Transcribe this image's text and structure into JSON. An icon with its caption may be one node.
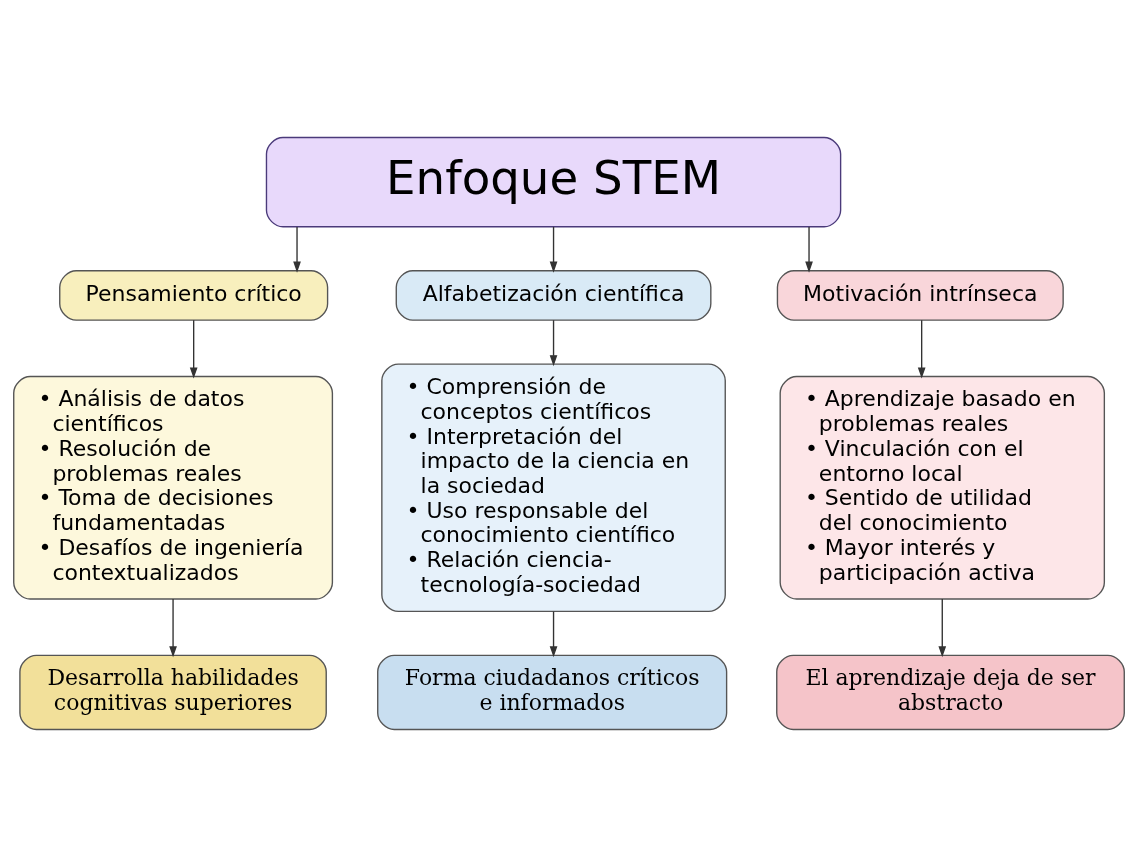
{
  "diagram": {
    "nodes": [
      {
        "text": [
          "Enfoque STEM"
        ]
      },
      {
        "text": [
          "Pensamiento crítico"
        ]
      },
      {
        "text": [
          "Alfabetización científica"
        ]
      },
      {
        "text": [
          "Motivación intrínseca"
        ]
      },
      {
        "text": [
          "• Análisis de datos científicos",
          "• Resolución de problemas reales",
          "• Toma de decisiones fundamentadas",
          "• Desafíos de ingeniería contextualizados"
        ]
      },
      {
        "text": [
          "• Comprensión de conceptos científicos",
          "• Interpretación del impacto de la ciencia en la sociedad",
          "• Uso responsable del conocimiento científico",
          "• Relación ciencia-tecnología-sociedad"
        ]
      },
      {
        "text": [
          "• Aprendizaje basado en problemas reales",
          "• Vinculación con el entorno local",
          "• Sentido de utilidad del conocimiento",
          "• Mayor interés y participación activa"
        ]
      },
      {
        "text": [
          "Desarrolla habilidades cognitivas superiores"
        ]
      },
      {
        "text": [
          "Forma ciudadanos críticos e informados"
        ]
      },
      {
        "text": [
          "El aprendizaje deja de ser abstracto"
        ]
      }
    ],
    "edges": [
      {
        "from": 0,
        "to": 1,
        "arrow": "to"
      },
      {
        "from": 0,
        "to": 2,
        "arrow": "to"
      },
      {
        "from": 0,
        "to": 3,
        "arrow": "to"
      },
      {
        "from": 1,
        "to": 4,
        "arrow": "to"
      },
      {
        "from": 2,
        "to": 5,
        "arrow": "to"
      },
      {
        "from": 3,
        "to": 6,
        "arrow": "to"
      },
      {
        "from": 4,
        "to": 7,
        "arrow": "to"
      },
      {
        "from": 5,
        "to": 8,
        "arrow": "to"
      },
      {
        "from": 6,
        "to": 9,
        "arrow": "to"
      }
    ]
  }
}
